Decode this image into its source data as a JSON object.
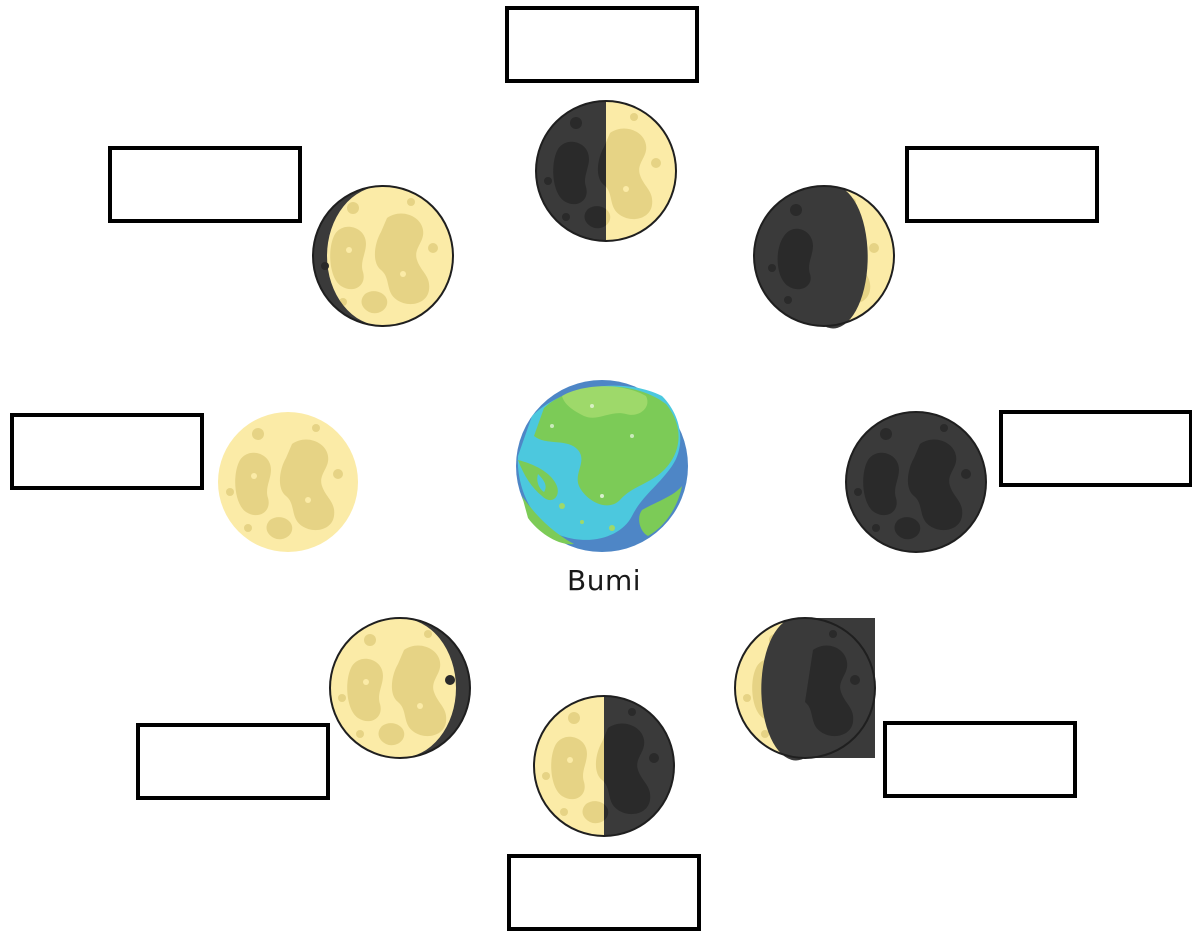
{
  "diagram": {
    "earth_label": "Bumi",
    "phases": [
      {
        "id": "top",
        "lit": "right",
        "lit_fraction": 0.5
      },
      {
        "id": "top-right",
        "lit": "right",
        "lit_fraction": 0.25
      },
      {
        "id": "right",
        "lit": "none",
        "lit_fraction": 0
      },
      {
        "id": "bottom-right",
        "lit": "left",
        "lit_fraction": 0.25
      },
      {
        "id": "bottom",
        "lit": "left",
        "lit_fraction": 0.5
      },
      {
        "id": "bottom-left",
        "lit": "left",
        "lit_fraction": 0.75
      },
      {
        "id": "left",
        "lit": "full",
        "lit_fraction": 1
      },
      {
        "id": "top-left",
        "lit": "right",
        "lit_fraction": 0.75
      }
    ],
    "answer_boxes": [
      "",
      "",
      "",
      "",
      "",
      "",
      "",
      ""
    ]
  },
  "colors": {
    "moon_light": "#FBEBA7",
    "moon_crater_light": "#E6D385",
    "moon_dark": "#3A3A3A",
    "moon_crater_dark": "#2A2A2A",
    "outline": "#1F1F1F",
    "earth_land": "#7CCB57",
    "earth_land_light": "#9ED96A",
    "earth_ocean": "#4E86C6",
    "earth_shallow": "#4CC8DE"
  }
}
